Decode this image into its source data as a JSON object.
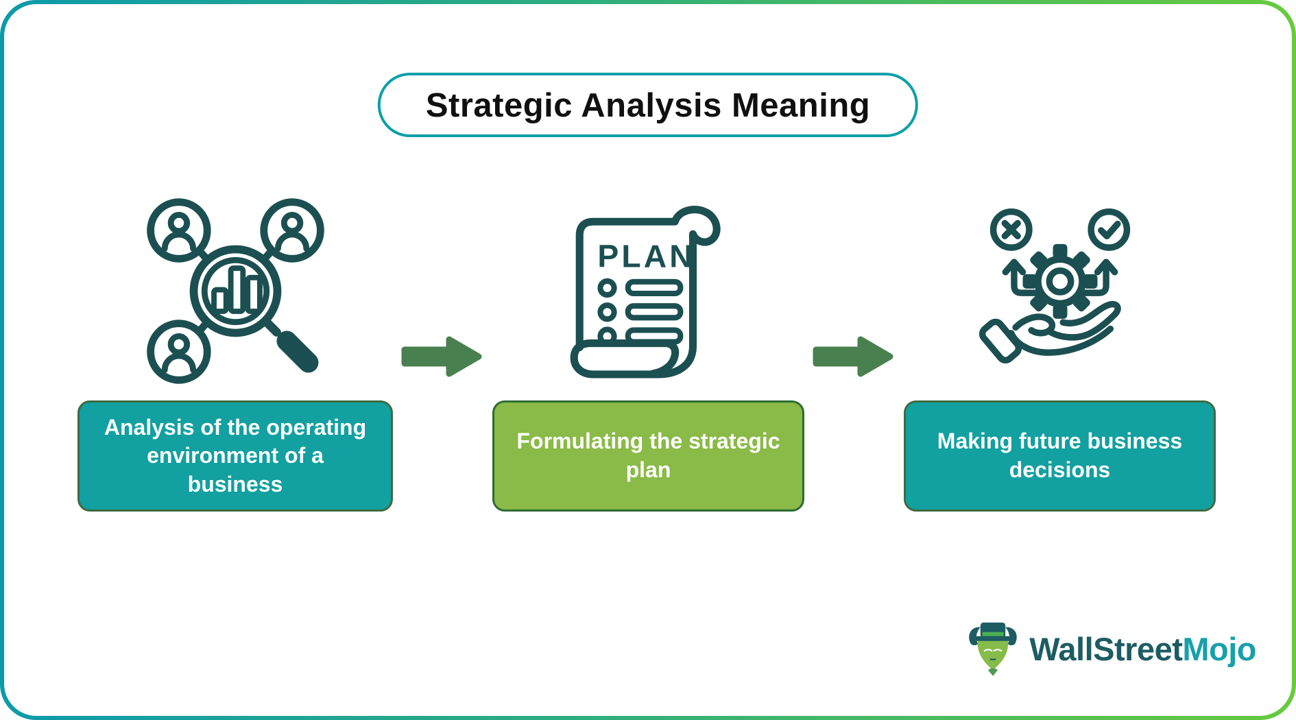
{
  "title": {
    "text": "Strategic Analysis Meaning"
  },
  "steps": [
    {
      "id": "environment-analysis",
      "label": "Analysis of the operating environment of a business",
      "icon": "market-analysis-magnifier-icon",
      "box_color": "#12A0A0",
      "text_color": "#FFFFFF"
    },
    {
      "id": "strategic-plan",
      "label": "Formulating the strategic plan",
      "icon": "plan-scroll-icon",
      "icon_text": "PLAN",
      "box_color": "#8ABA47",
      "text_color": "#FFFFFF"
    },
    {
      "id": "future-decisions",
      "label": "Making future business decisions",
      "icon": "hand-gear-decision-icon",
      "box_color": "#12A0A0",
      "text_color": "#FFFFFF"
    }
  ],
  "arrows": {
    "direction": "right",
    "count": 2,
    "color": "#49804F"
  },
  "branding": {
    "name_primary": "WallStreet",
    "name_secondary": "Mojo",
    "primary_color": "#1D5C63",
    "secondary_color": "#18A0AA",
    "icon": "bull-with-top-hat-logo"
  },
  "colors": {
    "frame_gradient_start": "#0D9AAB",
    "frame_gradient_end": "#68CA3E",
    "title_border": "#0CA0A8",
    "icon_stroke": "#1C4F51",
    "teal_box_border": "#3E6B3E",
    "green_box_border": "#2E6B33"
  }
}
